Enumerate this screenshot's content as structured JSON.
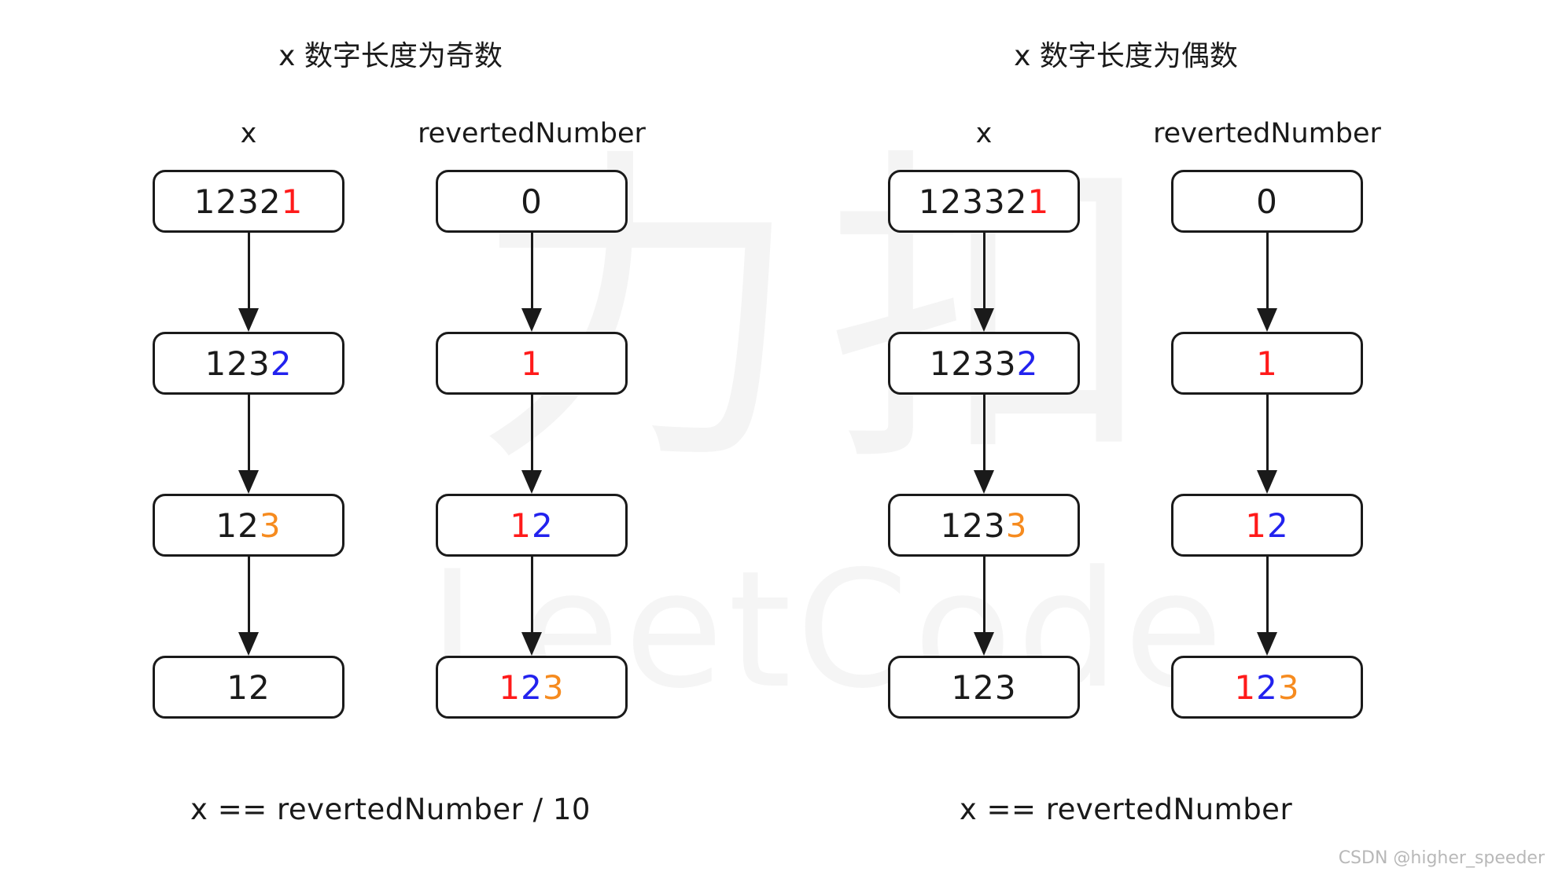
{
  "colors": {
    "red": "#ff1a1a",
    "blue": "#2222ee",
    "orange": "#f68b1f",
    "black": "#1a1a1a",
    "box_border": "#1a1a1a",
    "background": "#ffffff",
    "watermark": "#f4f4f4",
    "credit": "#b8b8b8"
  },
  "watermark": {
    "cn": "力扣",
    "en": "LeetCode"
  },
  "credit": "CSDN @higher_speeder",
  "panels": [
    {
      "id": "odd",
      "title": "x 数字长度为奇数",
      "footer": "x == revertedNumber / 10",
      "columns": [
        {
          "id": "x",
          "header": "x",
          "nodes": [
            {
              "segments": [
                {
                  "text": "1232",
                  "color": "#1a1a1a"
                },
                {
                  "text": "1",
                  "color": "#ff1a1a"
                }
              ]
            },
            {
              "segments": [
                {
                  "text": "123",
                  "color": "#1a1a1a"
                },
                {
                  "text": "2",
                  "color": "#2222ee"
                }
              ]
            },
            {
              "segments": [
                {
                  "text": "12",
                  "color": "#1a1a1a"
                },
                {
                  "text": "3",
                  "color": "#f68b1f"
                }
              ]
            },
            {
              "segments": [
                {
                  "text": "12",
                  "color": "#1a1a1a"
                }
              ]
            }
          ]
        },
        {
          "id": "revertedNumber",
          "header": "revertedNumber",
          "nodes": [
            {
              "segments": [
                {
                  "text": "0",
                  "color": "#1a1a1a"
                }
              ]
            },
            {
              "segments": [
                {
                  "text": "1",
                  "color": "#ff1a1a"
                }
              ]
            },
            {
              "segments": [
                {
                  "text": "1",
                  "color": "#ff1a1a"
                },
                {
                  "text": "2",
                  "color": "#2222ee"
                }
              ]
            },
            {
              "segments": [
                {
                  "text": "1",
                  "color": "#ff1a1a"
                },
                {
                  "text": "2",
                  "color": "#2222ee"
                },
                {
                  "text": "3",
                  "color": "#f68b1f"
                }
              ]
            }
          ]
        }
      ]
    },
    {
      "id": "even",
      "title": "x 数字长度为偶数",
      "footer": "x == revertedNumber",
      "columns": [
        {
          "id": "x",
          "header": "x",
          "nodes": [
            {
              "segments": [
                {
                  "text": "12332",
                  "color": "#1a1a1a"
                },
                {
                  "text": "1",
                  "color": "#ff1a1a"
                }
              ]
            },
            {
              "segments": [
                {
                  "text": "1233",
                  "color": "#1a1a1a"
                },
                {
                  "text": "2",
                  "color": "#2222ee"
                }
              ]
            },
            {
              "segments": [
                {
                  "text": "123",
                  "color": "#1a1a1a"
                },
                {
                  "text": "3",
                  "color": "#f68b1f"
                }
              ]
            },
            {
              "segments": [
                {
                  "text": "123",
                  "color": "#1a1a1a"
                }
              ]
            }
          ]
        },
        {
          "id": "revertedNumber",
          "header": "revertedNumber",
          "nodes": [
            {
              "segments": [
                {
                  "text": "0",
                  "color": "#1a1a1a"
                }
              ]
            },
            {
              "segments": [
                {
                  "text": "1",
                  "color": "#ff1a1a"
                }
              ]
            },
            {
              "segments": [
                {
                  "text": "1",
                  "color": "#ff1a1a"
                },
                {
                  "text": "2",
                  "color": "#2222ee"
                }
              ]
            },
            {
              "segments": [
                {
                  "text": "1",
                  "color": "#ff1a1a"
                },
                {
                  "text": "2",
                  "color": "#2222ee"
                },
                {
                  "text": "3",
                  "color": "#f68b1f"
                }
              ]
            }
          ]
        }
      ]
    }
  ]
}
